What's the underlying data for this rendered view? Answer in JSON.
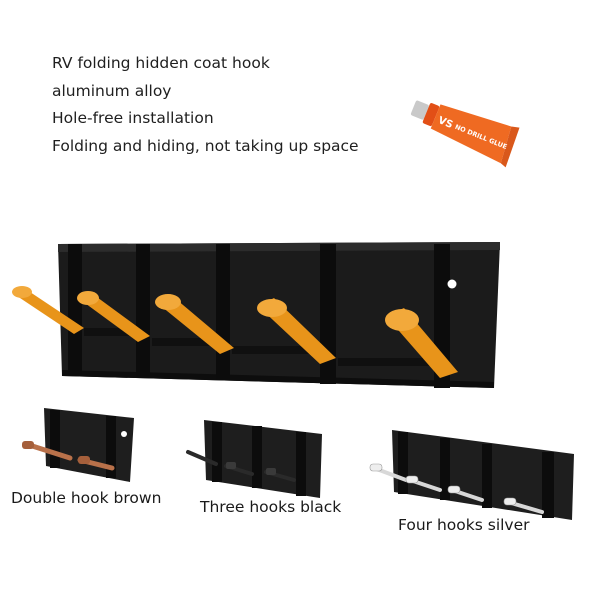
{
  "features": [
    "RV folding hidden coat hook",
    "aluminum alloy",
    "Hole-free installation",
    "Folding and hiding, not taking up space"
  ],
  "glue": {
    "brand": "VS",
    "label": "NO DRILL GLUE"
  },
  "variants": [
    {
      "caption": "Double hook brown",
      "hook_color": "#b9714a"
    },
    {
      "caption": "Three hooks black",
      "hook_color": "#222222"
    },
    {
      "caption": "Four hooks silver",
      "hook_color": "#d8d8d8"
    }
  ],
  "colors": {
    "rack": "#1c1c1c",
    "rack_edge": "#0a0a0a",
    "main_hook": "#e69a1e",
    "glue_tube": "#e8601c"
  }
}
